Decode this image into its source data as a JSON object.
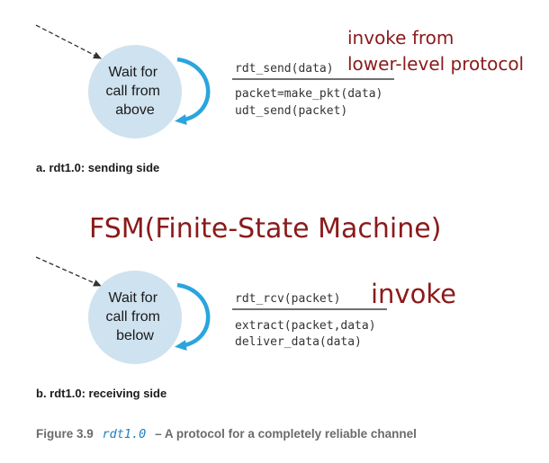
{
  "sender": {
    "state_lines": [
      "Wait for",
      "call from",
      "above"
    ],
    "event": "rdt_send(data)",
    "actions": [
      "packet=make_pkt(data)",
      "udt_send(packet)"
    ],
    "caption": "a.  rdt1.0: sending side",
    "annotation_lines": [
      "invoke from",
      "lower-level protocol"
    ]
  },
  "heading": "FSM(Finite-State Machine)",
  "receiver": {
    "state_lines": [
      "Wait for",
      "call from",
      "below"
    ],
    "event": "rdt_rcv(packet)",
    "actions": [
      "extract(packet,data)",
      "deliver_data(data)"
    ],
    "caption": "b.  rdt1.0: receiving side",
    "annotation": "invoke"
  },
  "figure_caption": {
    "label": "Figure 3.9",
    "code": "rdt1.0",
    "text": "– A protocol for a completely reliable channel"
  },
  "colors": {
    "state_fill": "#cfe2ef",
    "loop_arrow": "#2aa5de",
    "annotation": "#8b1a1a",
    "caption_code": "#1f7fbf"
  }
}
